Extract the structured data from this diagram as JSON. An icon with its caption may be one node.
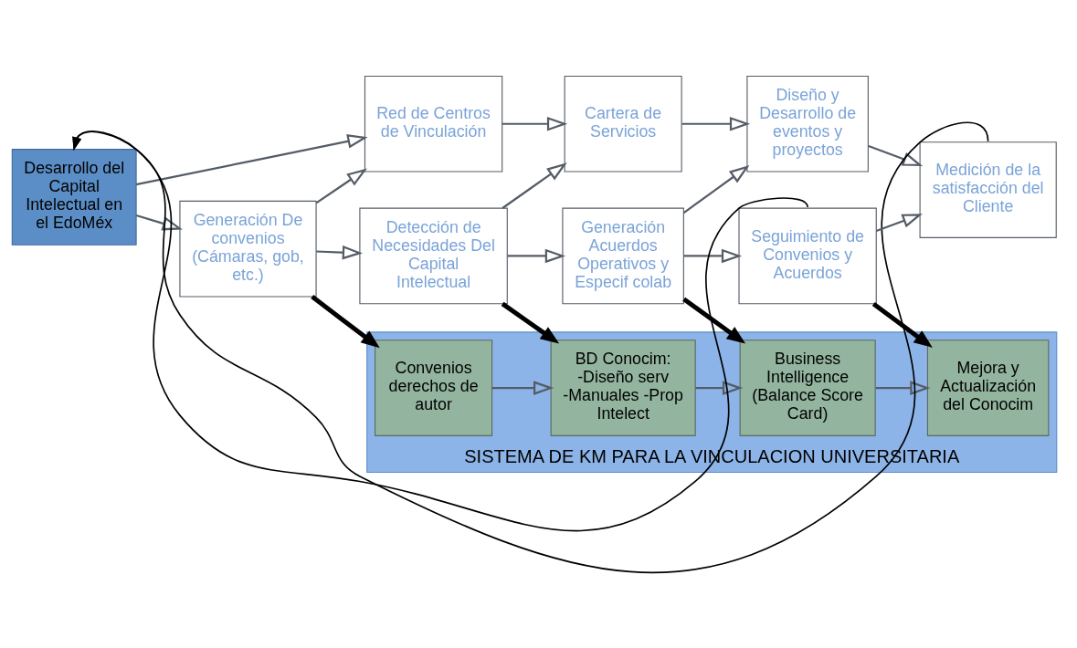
{
  "diagram": {
    "nodes": [
      {
        "text": [
          "SISTEMA DE KM PARA LA VINCULACION UNIVERSITARIA"
        ]
      },
      {
        "text": [
          "Convenios derechos de autor"
        ],
        "in": 0
      },
      {
        "text": [
          "BD Conocim: -Diseño serv -Manuales -Prop Intelect"
        ],
        "in": 0
      },
      {
        "text": [
          "Business Intelligence (Balance Score Card)"
        ],
        "in": 0
      },
      {
        "text": [
          "Mejora y Actualización del Conocim"
        ],
        "in": 0
      },
      {
        "text": [
          "Desarrollo del Capital Intelectual en el EdoMéx"
        ]
      },
      {
        "text": [
          "Red de Centros de Vinculación"
        ]
      },
      {
        "text": [
          "Cartera de Servicios"
        ]
      },
      {
        "text": [
          "Diseño y Desarrollo de eventos y proyectos"
        ]
      },
      {
        "text": [
          "Medición de la satisfacción del Cliente"
        ]
      },
      {
        "text": [
          "Generación De convenios (Cámaras, gob, etc.)"
        ]
      },
      {
        "text": [
          "Detección de Necesidades Del Capital Intelectual"
        ]
      },
      {
        "text": [
          "Generación Acuerdos Operativos y Especif colab"
        ]
      },
      {
        "text": [
          "Seguimiento de Convenios y Acuerdos"
        ]
      }
    ],
    "edges": [
      {
        "from": 1,
        "to": 2,
        "arrow": "to"
      },
      {
        "from": 2,
        "to": 3,
        "arrow": "to"
      },
      {
        "from": 3,
        "to": 4,
        "arrow": "to"
      },
      {
        "from": 5,
        "to": 6,
        "arrow": "to"
      },
      {
        "from": 5,
        "to": 10,
        "arrow": "to"
      },
      {
        "from": 6,
        "to": 7,
        "arrow": "to"
      },
      {
        "from": 7,
        "to": 8,
        "arrow": "to"
      },
      {
        "from": 8,
        "to": 9,
        "arrow": "to"
      },
      {
        "from": 10,
        "to": 11,
        "arrow": "to"
      },
      {
        "from": 11,
        "to": 12,
        "arrow": "to"
      },
      {
        "from": 12,
        "to": 13,
        "arrow": "to"
      },
      {
        "from": 10,
        "to": 6,
        "arrow": "to"
      },
      {
        "from": 11,
        "to": 7,
        "arrow": "to"
      },
      {
        "from": 12,
        "to": 8,
        "arrow": "to"
      },
      {
        "from": 13,
        "to": 9,
        "arrow": "to"
      },
      {
        "from": 10,
        "to": 1,
        "arrow": "to",
        "style": "thick",
        "color": "#000000"
      },
      {
        "from": 11,
        "to": 2,
        "arrow": "to",
        "style": "thick",
        "color": "#000000"
      },
      {
        "from": 12,
        "to": 3,
        "arrow": "to",
        "style": "thick",
        "color": "#000000"
      },
      {
        "from": 13,
        "to": 4,
        "arrow": "to",
        "style": "thick",
        "color": "#000000"
      },
      {
        "from": 9,
        "to": 5,
        "arrow": "to",
        "color": "#000000"
      },
      {
        "from": 13,
        "to": 5,
        "arrow": "to",
        "color": "#000000"
      }
    ]
  }
}
